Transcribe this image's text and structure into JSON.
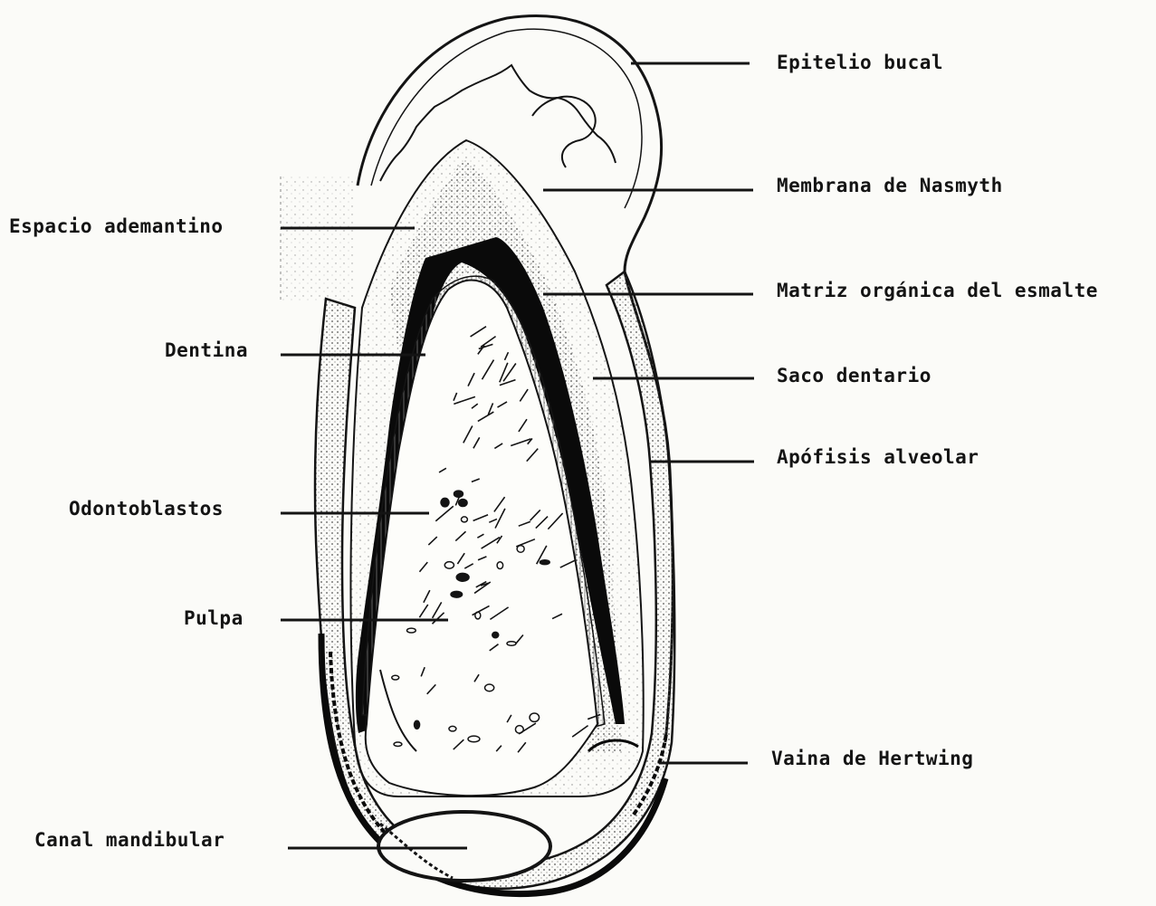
{
  "figure": {
    "labels_left": [
      {
        "id": "espacio",
        "text": "Espacio ademantino"
      },
      {
        "id": "dentina",
        "text": "Dentina"
      },
      {
        "id": "odonto",
        "text": "Odontoblastos"
      },
      {
        "id": "pulpa",
        "text": "Pulpa"
      },
      {
        "id": "canal",
        "text": "Canal mandibular"
      }
    ],
    "labels_right": [
      {
        "id": "epitelio",
        "text": "Epitelio bucal"
      },
      {
        "id": "nasmyth",
        "text": "Membrana de Nasmyth"
      },
      {
        "id": "matriz",
        "text": "Matriz orgánica del esmalte"
      },
      {
        "id": "saco",
        "text": "Saco dentario"
      },
      {
        "id": "apofisis",
        "text": "Apófisis alveolar"
      },
      {
        "id": "hertwig",
        "text": "Vaina de Hertwing"
      }
    ],
    "ink_color": "#141414",
    "paper_color": "#fbfbf8"
  }
}
